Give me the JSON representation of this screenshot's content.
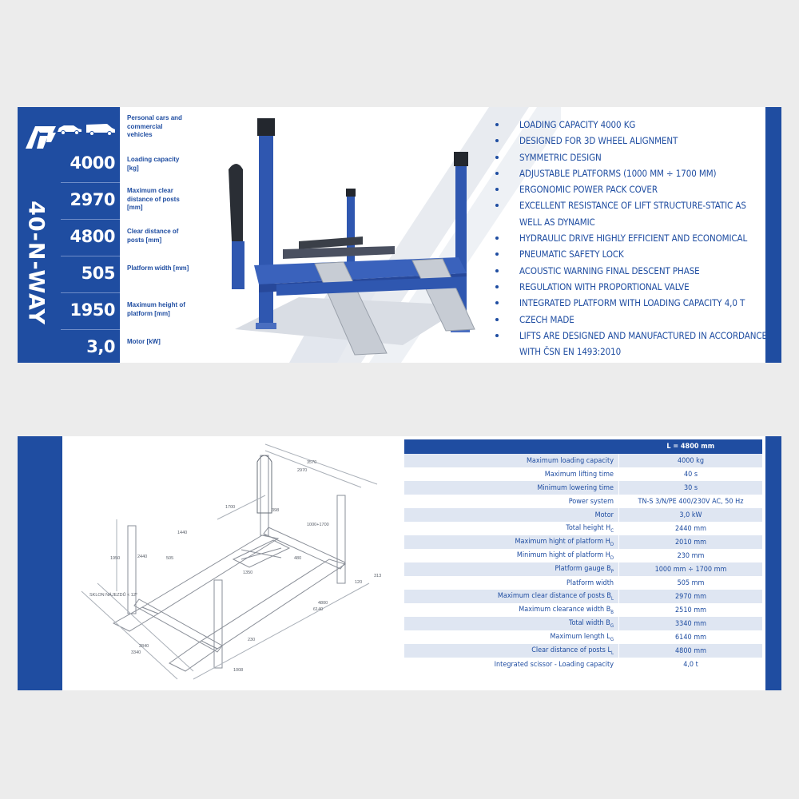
{
  "brand": {
    "model_name": "40-N-WAY",
    "colors": {
      "primary": "#1f4da1",
      "background": "#ececec",
      "card": "#ffffff",
      "row_alt": "#dfe6f2"
    }
  },
  "card1": {
    "vehicle_label": "Personal cars and commercial vehicles",
    "stats": [
      {
        "value": "4000",
        "label": "Loading capacity [kg]"
      },
      {
        "value": "2970",
        "label": "Maximum clear distance of posts [mm]"
      },
      {
        "value": "4800",
        "label": "Clear distance of posts [mm]"
      },
      {
        "value": "505",
        "label": "Platform width [mm]"
      },
      {
        "value": "1950",
        "label": "Maximum height of platform [mm]"
      },
      {
        "value": "3,0",
        "label": "Motor [kW]"
      }
    ],
    "features": [
      "Loading capacity 4000 kg",
      "Designed for 3D wheel alignment",
      "Symmetric design",
      "Adjustable platforms (1000 mm ÷ 1700 mm)",
      "Ergonomic power pack cover",
      "Excellent resistance of lift structure-static as well as dynamic",
      "Hydraulic drive highly efficient and economical",
      "Pneumatic safety lock",
      "Acoustic warning final descent phase",
      "Regulation with proportional valve",
      "Integrated platform with loading capacity 4,0 t",
      "Czech made",
      "Lifts are designed and manufactured in accordance with ČSN EN 1493:2010"
    ]
  },
  "card2": {
    "table": {
      "header": "L = 4800 mm",
      "rows": [
        {
          "label": "Maximum loading capacity",
          "value": "4000 kg"
        },
        {
          "label": "Maximum lifting time",
          "value": "40 s"
        },
        {
          "label": "Minimum lowering time",
          "value": "30 s"
        },
        {
          "label": "Power system",
          "value": "TN-S 3/N/PE 400/230V AC, 50 Hz"
        },
        {
          "label": "Motor",
          "value": "3,0 kW"
        },
        {
          "label": "Total height H",
          "sub": "C",
          "value": "2440 mm"
        },
        {
          "label": "Maximum hight of platform H",
          "sub": "D",
          "value": "2010 mm"
        },
        {
          "label": "Minimum hight of platform H",
          "sub": "D",
          "value": "230 mm"
        },
        {
          "label": "Platform gauge B",
          "sub": "P",
          "value": "1000 mm ÷ 1700 mm"
        },
        {
          "label": "Platform width",
          "value": "505 mm"
        },
        {
          "label": "Maximum clear distance of posts B",
          "sub": "L",
          "value": "2970 mm"
        },
        {
          "label": "Maximum clearance width B",
          "sub": "B",
          "value": "2510 mm"
        },
        {
          "label": "Total width B",
          "sub": "G",
          "value": "3340 mm"
        },
        {
          "label": "Maximum length L",
          "sub": "G",
          "value": "6140 mm"
        },
        {
          "label": "Clear distance of posts L",
          "sub": "L",
          "value": "4800 mm"
        },
        {
          "label": "Integrated scissor - Loading capacity",
          "value": "4,0 t"
        }
      ]
    },
    "diagram_labels": {
      "dim_bl": "3570",
      "dim_bl2": "2970",
      "dim_bp": "1000+1700",
      "dim_len": "1700",
      "dim_1440": "1440",
      "dim_505": "505",
      "dim_480": "480",
      "dim_h": "1950",
      "dim_lg": "6140",
      "dim_ll": "4800",
      "dim_bg": "3340",
      "dim_2840": "2840",
      "dim_1008": "1008",
      "dim_hc": "2440",
      "dim_230": "230",
      "dim_120": "120",
      "dim_313": "313",
      "dim_398": "398",
      "dim_1350": "1350",
      "slope": "SKLON NÁJEZDŮ < 12°"
    }
  }
}
